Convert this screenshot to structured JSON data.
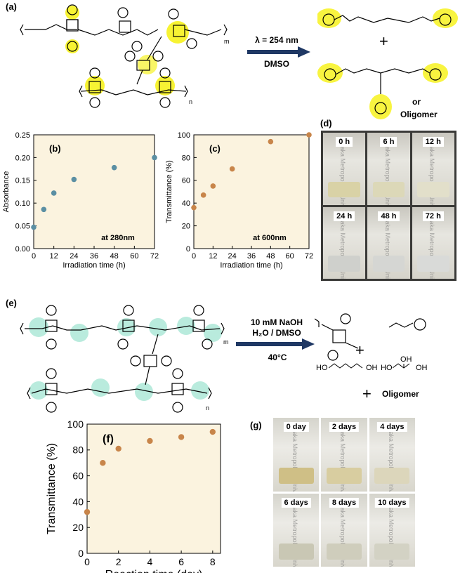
{
  "panels": {
    "a": {
      "label": "(a)",
      "arrow_top": "λ = 254 nm",
      "arrow_bottom": "DMSO",
      "or": "or",
      "oligomer": "Oligomer",
      "plus": "+",
      "sub_m": "m",
      "sub_n": "n"
    },
    "d": {
      "label": "(d)",
      "vials": [
        "0 h",
        "6 h",
        "12 h",
        "24 h",
        "48 h",
        "72 h"
      ]
    },
    "e": {
      "label": "(e)",
      "arrow_top_1": "10 mM NaOH",
      "arrow_top_2": "H₂O / DMSO",
      "arrow_bottom": "40°C",
      "oligomer": "Oligomer",
      "plus": "+",
      "sub_m": "m",
      "sub_n": "n",
      "diol_1": "HO",
      "diol_2": "OH",
      "triol_1": "HO",
      "triol_2": "OH",
      "triol_3": "OH"
    },
    "g": {
      "label": "(g)",
      "vials": [
        "0 day",
        "2 days",
        "4 days",
        "6 days",
        "8 days",
        "10 days"
      ]
    },
    "watermark": "Osaka Metropolitan University"
  },
  "colors": {
    "chart_bg": "#fbf3df",
    "blue_marker": "#5b8fa3",
    "orange_marker": "#c8854a",
    "arrow": "#1f3864",
    "highlight_yellow": "#f5f000",
    "highlight_teal": "#9be3cf"
  },
  "chart_data": [
    {
      "id": "b",
      "label": "(b)",
      "type": "scatter",
      "x": [
        0,
        6,
        12,
        24,
        48,
        72
      ],
      "y": [
        0.047,
        0.086,
        0.122,
        0.152,
        0.178,
        0.2
      ],
      "xlabel": "Irradiation time (h)",
      "ylabel": "Absorbance",
      "xlim": [
        0,
        72
      ],
      "ylim": [
        0.0,
        0.25
      ],
      "xticks": [
        "0",
        "12",
        "24",
        "36",
        "48",
        "60",
        "72"
      ],
      "yticks": [
        "0.00",
        "0.05",
        "0.10",
        "0.15",
        "0.20",
        "0.25"
      ],
      "annotation": "at 280nm",
      "grid": false
    },
    {
      "id": "c",
      "label": "(c)",
      "type": "scatter",
      "x": [
        0,
        6,
        12,
        24,
        48,
        72
      ],
      "y": [
        36,
        47,
        55,
        70,
        94,
        100
      ],
      "xlabel": "Irradiation time (h)",
      "ylabel": "Transmittance (%)",
      "xlim": [
        0,
        72
      ],
      "ylim": [
        0,
        100
      ],
      "xticks": [
        "0",
        "12",
        "24",
        "36",
        "48",
        "60",
        "72"
      ],
      "yticks": [
        "0",
        "20",
        "40",
        "60",
        "80",
        "100"
      ],
      "annotation": "at 600nm",
      "grid": false
    },
    {
      "id": "f",
      "label": "(f)",
      "type": "scatter",
      "x": [
        0,
        1,
        2,
        4,
        6,
        8
      ],
      "y": [
        32,
        70,
        81,
        87,
        90,
        94
      ],
      "xlabel": "Reaction time (day)",
      "ylabel": "Transmittance (%)",
      "xlim": [
        0,
        8.5
      ],
      "ylim": [
        0,
        100
      ],
      "xticks": [
        "0",
        "2",
        "4",
        "6",
        "8"
      ],
      "yticks": [
        "0",
        "20",
        "40",
        "60",
        "80",
        "100"
      ],
      "annotation": "",
      "grid": false
    }
  ]
}
